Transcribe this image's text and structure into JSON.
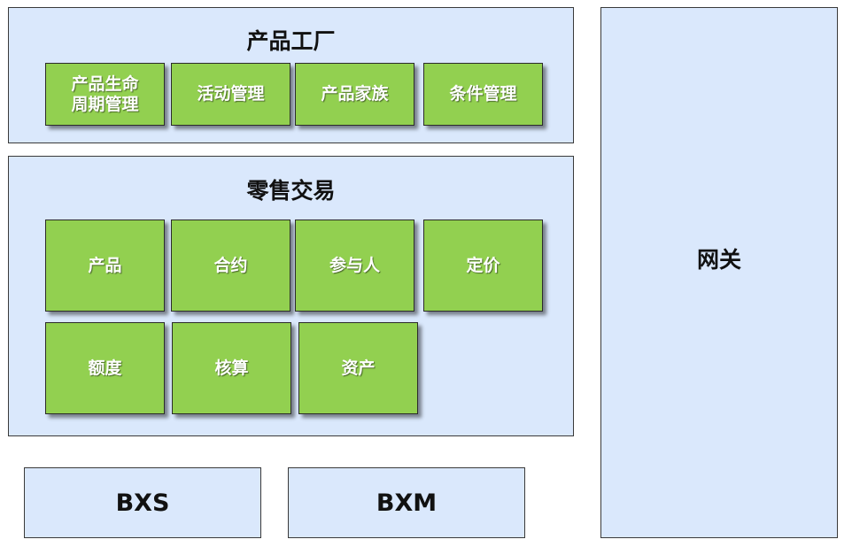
{
  "product_factory": {
    "title": "产品工厂",
    "modules": [
      {
        "label": "产品生命\n周期管理"
      },
      {
        "label": "活动管理"
      },
      {
        "label": "产品家族"
      },
      {
        "label": "条件管理"
      }
    ]
  },
  "retail_trading": {
    "title": "零售交易",
    "modules": [
      {
        "label": "产品"
      },
      {
        "label": "合约"
      },
      {
        "label": "参与人"
      },
      {
        "label": "定价"
      },
      {
        "label": "额度"
      },
      {
        "label": "核算"
      },
      {
        "label": "资产"
      }
    ]
  },
  "bottom_boxes": [
    {
      "label": "BXS"
    },
    {
      "label": "BXM"
    }
  ],
  "gateway": {
    "label": "网关"
  },
  "colors": {
    "panel_fill": "#dae8fc",
    "module_fill": "#92d050",
    "module_text": "#ffffff"
  }
}
